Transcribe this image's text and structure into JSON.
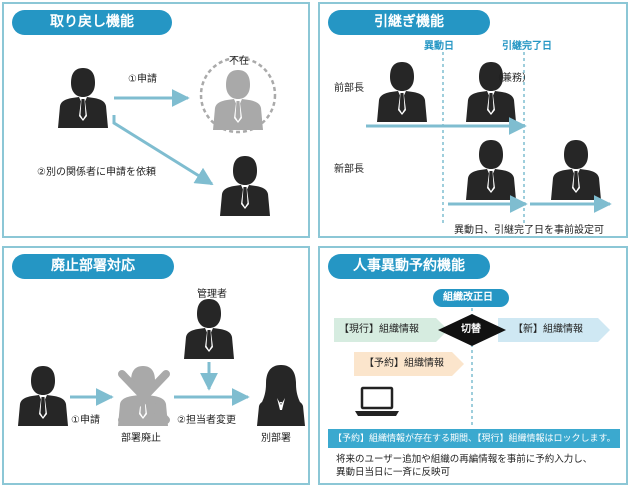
{
  "panel1": {
    "title": "取り戻し機能",
    "apply_label": "①申請",
    "absent_label": "不在",
    "reassign_label": "②別の関係者に申請を依頼"
  },
  "panel2": {
    "title": "引継ぎ機能",
    "transfer_date_label": "異動日",
    "handover_done_label": "引継完了日",
    "prev_manager_label": "前部長",
    "concurrent_label": "（兼務）",
    "new_manager_label": "新部長",
    "footnote": "異動日、引継完了日を事前設定可"
  },
  "panel3": {
    "title": "廃止部署対応",
    "admin_label": "管理者",
    "apply_label": "①申請",
    "abolished_label": "部署廃止",
    "change_assignee_label": "②担当者変更",
    "other_dept_label": "別部署"
  },
  "panel4": {
    "title": "人事異動予約機能",
    "revision_date_label": "組織改正日",
    "current_info_label": "【現行】組織情報",
    "switch_label": "切替",
    "new_info_label": "【新】組織情報",
    "reserved_info_label": "【予約】組織情報",
    "lock_note": "【予約】組織情報が存在する期間、【現行】組織情報はロックします。",
    "desc_line1": "将来のユーザー追加や組織の再編情報を事前に予約入力し、",
    "desc_line2": "異動日当日に一斉に反映可"
  },
  "colors": {
    "accent": "#2596c4",
    "border": "#8cc7d6",
    "arrow": "#7fbdd0",
    "person": "#262626",
    "ghost": "#a9a9a9"
  }
}
